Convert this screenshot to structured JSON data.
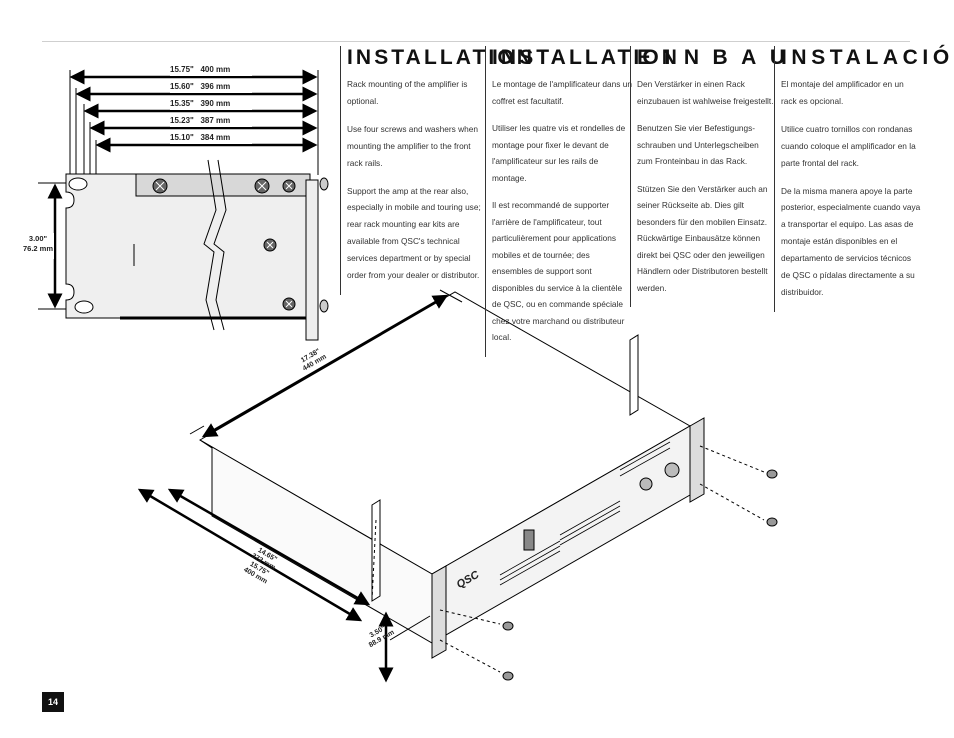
{
  "page_number": "14",
  "columns": [
    {
      "heading": "INSTALLATION",
      "paragraphs": [
        "Rack mounting of the amplifier is optional.",
        "Use four screws and washers when mounting the amplifier to the front rack rails.",
        "Support the amp at the rear also, especially in mobile and touring use; rear rack mounting ear kits are available from QSC's technical services department or by special order from your dealer or distributor."
      ]
    },
    {
      "heading": "INSTALLATION",
      "paragraphs": [
        "Le montage de l'amplificateur dans un coffret est facultatif.",
        "Utiliser les quatre vis et rondelles de montage pour fixer le devant de l'amplificateur sur les rails de montage.",
        "Il est recommandé de supporter l'arrière de l'amplificateur, tout particulièrement pour applications mobiles et de tournée; des ensembles de support sont disponibles du service à la clientèle de QSC, ou en commande spéciale chez votre marchand ou distributeur local."
      ]
    },
    {
      "heading": "EINBAU",
      "paragraphs": [
        "Den Verstärker in einen Rack einzubauen ist wahlweise freigestellt.",
        "Benutzen Sie vier Befestigungs-schrauben und Unterlegscheiben zum Fronteinbau in das Rack.",
        "Stützen Sie den Verstärker auch an seiner Rückseite ab. Dies gilt besonders für den mobilen Einsatz. Rückwärtige Einbausätze können direkt bei QSC oder den jeweiligen Händlern oder Distributoren bestellt werden."
      ]
    },
    {
      "heading": "INSTALACIÓN",
      "paragraphs": [
        "El montaje del amplificador en un rack es opcional.",
        "Utilice cuatro tornillos con rondanas cuando coloque el amplificador en la parte frontal del rack.",
        "De la misma manera apoye la parte posterior, especialmente cuando vaya a transportar el equipo. Las asas de montaje están disponibles en el departamento de servicios técnicos de QSC o pídalas directamente a su distribuidor."
      ]
    }
  ],
  "diagram_top": {
    "widths": [
      {
        "in": "15.75\"",
        "mm": "400 mm"
      },
      {
        "in": "15.60\"",
        "mm": "396 mm"
      },
      {
        "in": "15.35\"",
        "mm": "390 mm"
      },
      {
        "in": "15.23\"",
        "mm": "387 mm"
      },
      {
        "in": "15.10\"",
        "mm": "384 mm"
      }
    ],
    "height_in": "3.00\"",
    "height_mm": "76.2 mm"
  },
  "diagram_iso": {
    "depth_in": "17.38\"",
    "depth_mm": "440 mm",
    "side_in1": "14.65\"",
    "side_mm1": "372 mm",
    "side_in2": "15.75\"",
    "side_mm2": "400 mm",
    "front_in": "3.50\"",
    "front_mm": "88.9 mm",
    "brand": "QSC"
  }
}
